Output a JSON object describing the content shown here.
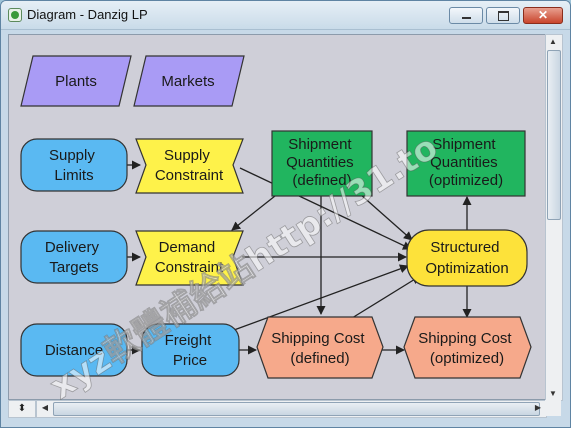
{
  "window": {
    "title": "Diagram - Danzig LP"
  },
  "nodes": {
    "plants": "Plants",
    "markets": "Markets",
    "supply_limits": [
      "Supply",
      "Limits"
    ],
    "supply_constraint": [
      "Supply",
      "Constraint"
    ],
    "shipment_defined": [
      "Shipment",
      "Quantities",
      "(defined)"
    ],
    "shipment_optimized": [
      "Shipment",
      "Quantities",
      "(optimized)"
    ],
    "delivery_targets": [
      "Delivery",
      "Targets"
    ],
    "demand_constraint": [
      "Demand",
      "Constraint"
    ],
    "structured_optimization": [
      "Structured",
      "Optimization"
    ],
    "distance": "Distance",
    "freight_price": [
      "Freight",
      "Price"
    ],
    "shipping_cost_defined": [
      "Shipping Cost",
      "(defined)"
    ],
    "shipping_cost_optimized": [
      "Shipping Cost",
      "(optimized)"
    ]
  },
  "watermark": "xyz軟體補給站http://31.to",
  "colors": {
    "index": "#a99bf5",
    "variable": "#5ab9f2",
    "constraint": "#fef24a",
    "decision": "#21b55f",
    "objective": "#fde23a",
    "result": "#f6a98b",
    "canvas": "#cfcfd8"
  }
}
